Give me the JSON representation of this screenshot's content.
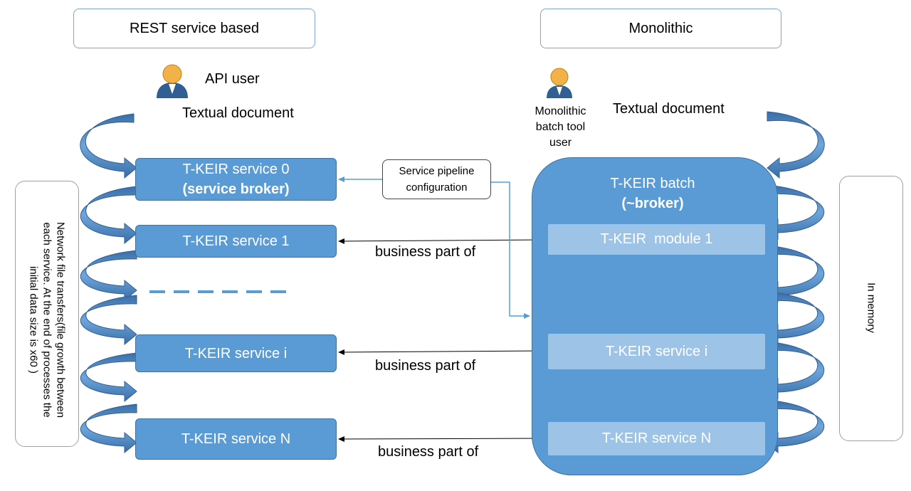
{
  "left_column": {
    "header": "REST service based",
    "user_label": "API user",
    "input_label": "Textual document",
    "services": [
      {
        "line1": "T-KEIR service 0",
        "line2": "(service broker)"
      },
      {
        "line1": "T-KEIR service 1",
        "line2": ""
      },
      {
        "line1": "T-KEIR service i",
        "line2": ""
      },
      {
        "line1": "T-KEIR service N",
        "line2": ""
      }
    ],
    "side_note": [
      "Network file transfers(file growth between",
      "each service. At the end of processes the",
      "initial data size is x60 )"
    ]
  },
  "right_column": {
    "header": "Monolithic",
    "user_label": [
      "Monolithic",
      "batch tool",
      "user"
    ],
    "input_label": "Textual document",
    "batch_title": [
      "T-KEIR batch",
      "(~broker)"
    ],
    "modules": [
      "T-KEIR  module 1",
      "T-KEIR service i",
      "T-KEIR service N"
    ],
    "side_note": "In memory"
  },
  "middle": {
    "pipeline_config": [
      "Service pipeline",
      "configuration"
    ],
    "business_labels": [
      "business part of",
      "business part of",
      "business part of"
    ]
  },
  "colors": {
    "service_fill": "#5b9bd5",
    "service_border": "#41719c",
    "module_fill": "#9dc3e6",
    "arrow_fill": "#4f86c6",
    "connector": "#5b9bd5"
  },
  "icons": [
    "user-icon",
    "curved-arrow-icon"
  ]
}
